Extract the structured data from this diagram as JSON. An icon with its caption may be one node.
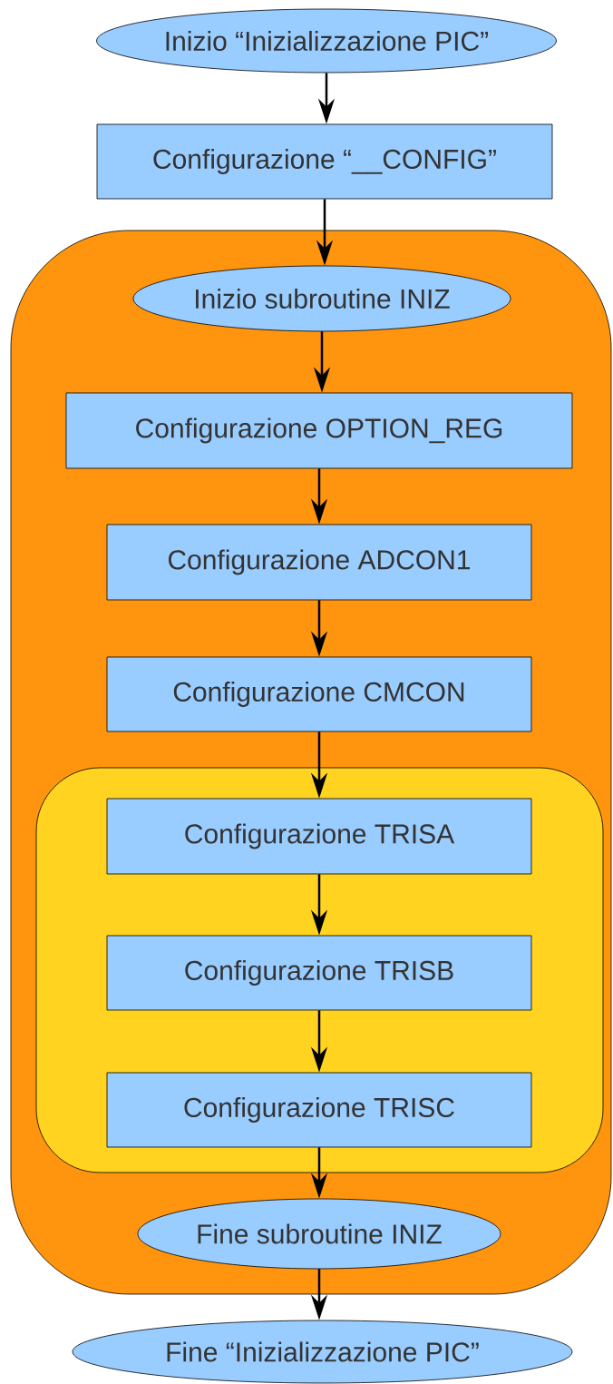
{
  "diagram": {
    "nodes": [
      {
        "text": [
          "Inizio “Inizializzazione PIC”"
        ]
      },
      {
        "text": [
          "Configurazione “__CONFIG”"
        ]
      },
      {
        "text": [],
        "shape": "box"
      },
      {
        "text": [
          "Inizio subroutine INIZ"
        ],
        "in": 2
      },
      {
        "text": [
          "Configurazione OPTION_REG"
        ],
        "in": 2
      },
      {
        "text": [
          "Configurazione ADCON1"
        ],
        "in": 2
      },
      {
        "text": [
          "Configurazione CMCON"
        ],
        "in": 2
      },
      {
        "text": [],
        "shape": "box",
        "in": 2
      },
      {
        "text": [
          "Configurazione TRISA"
        ],
        "in": 7
      },
      {
        "text": [
          "Configurazione TRISB"
        ],
        "in": 7
      },
      {
        "text": [
          "Configurazione TRISC"
        ],
        "in": 7
      },
      {
        "text": [
          "Fine subroutine INIZ"
        ],
        "in": 2
      },
      {
        "text": [
          "Fine “Inizializzazione PIC”"
        ]
      }
    ],
    "edges": [
      {
        "from": 0,
        "to": 1,
        "arrow": "to"
      },
      {
        "from": 1,
        "to": 3,
        "arrow": "to"
      },
      {
        "from": 3,
        "to": 4,
        "arrow": "to"
      },
      {
        "from": 4,
        "to": 5,
        "arrow": "to"
      },
      {
        "from": 5,
        "to": 6,
        "arrow": "to"
      },
      {
        "from": 6,
        "to": 8,
        "arrow": "to"
      },
      {
        "from": 8,
        "to": 9,
        "arrow": "to"
      },
      {
        "from": 9,
        "to": 10,
        "arrow": "to"
      },
      {
        "from": 10,
        "to": 11,
        "arrow": "to"
      },
      {
        "from": 11,
        "to": 12,
        "arrow": "to"
      }
    ]
  }
}
